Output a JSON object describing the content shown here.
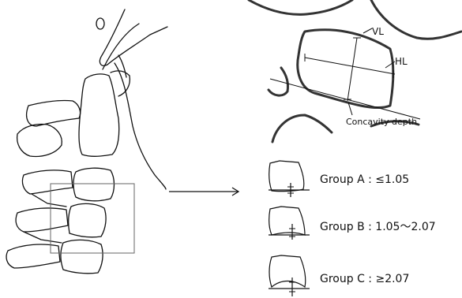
{
  "labels": {
    "vl": "VL",
    "hl": "HL",
    "concavity": "Concavity depth"
  },
  "groups": [
    {
      "label": "Group A : ≤1.05"
    },
    {
      "label": "Group B : 1.05～2.07"
    },
    {
      "label": "Group C : ≥2.07"
    }
  ]
}
